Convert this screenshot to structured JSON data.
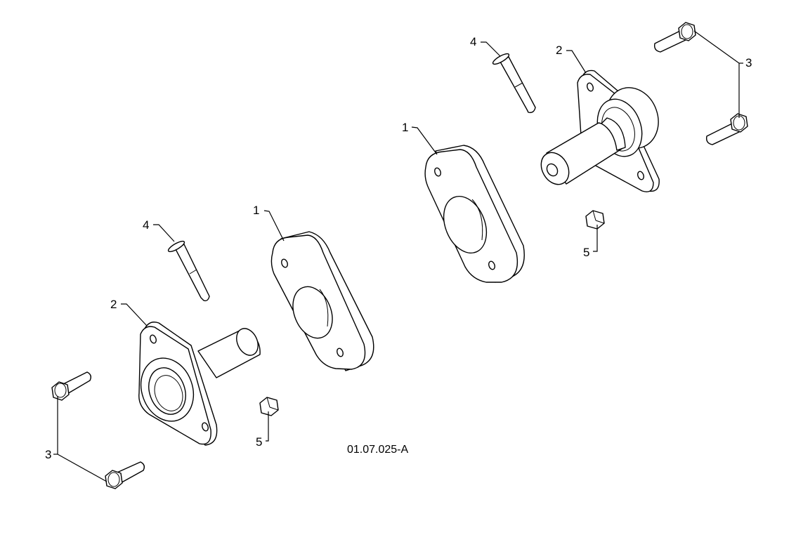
{
  "drawing_code": "01.07.025-A",
  "callouts": {
    "spacer_left": "1",
    "spacer_right": "1",
    "flange_left": "2",
    "flange_right": "2",
    "bolts_left": "3",
    "bolts_right": "3",
    "pin_left": "4",
    "pin_right": "4",
    "nut_left": "5",
    "nut_right": "5"
  },
  "colors": {
    "line": "#000000",
    "background": "#ffffff"
  }
}
